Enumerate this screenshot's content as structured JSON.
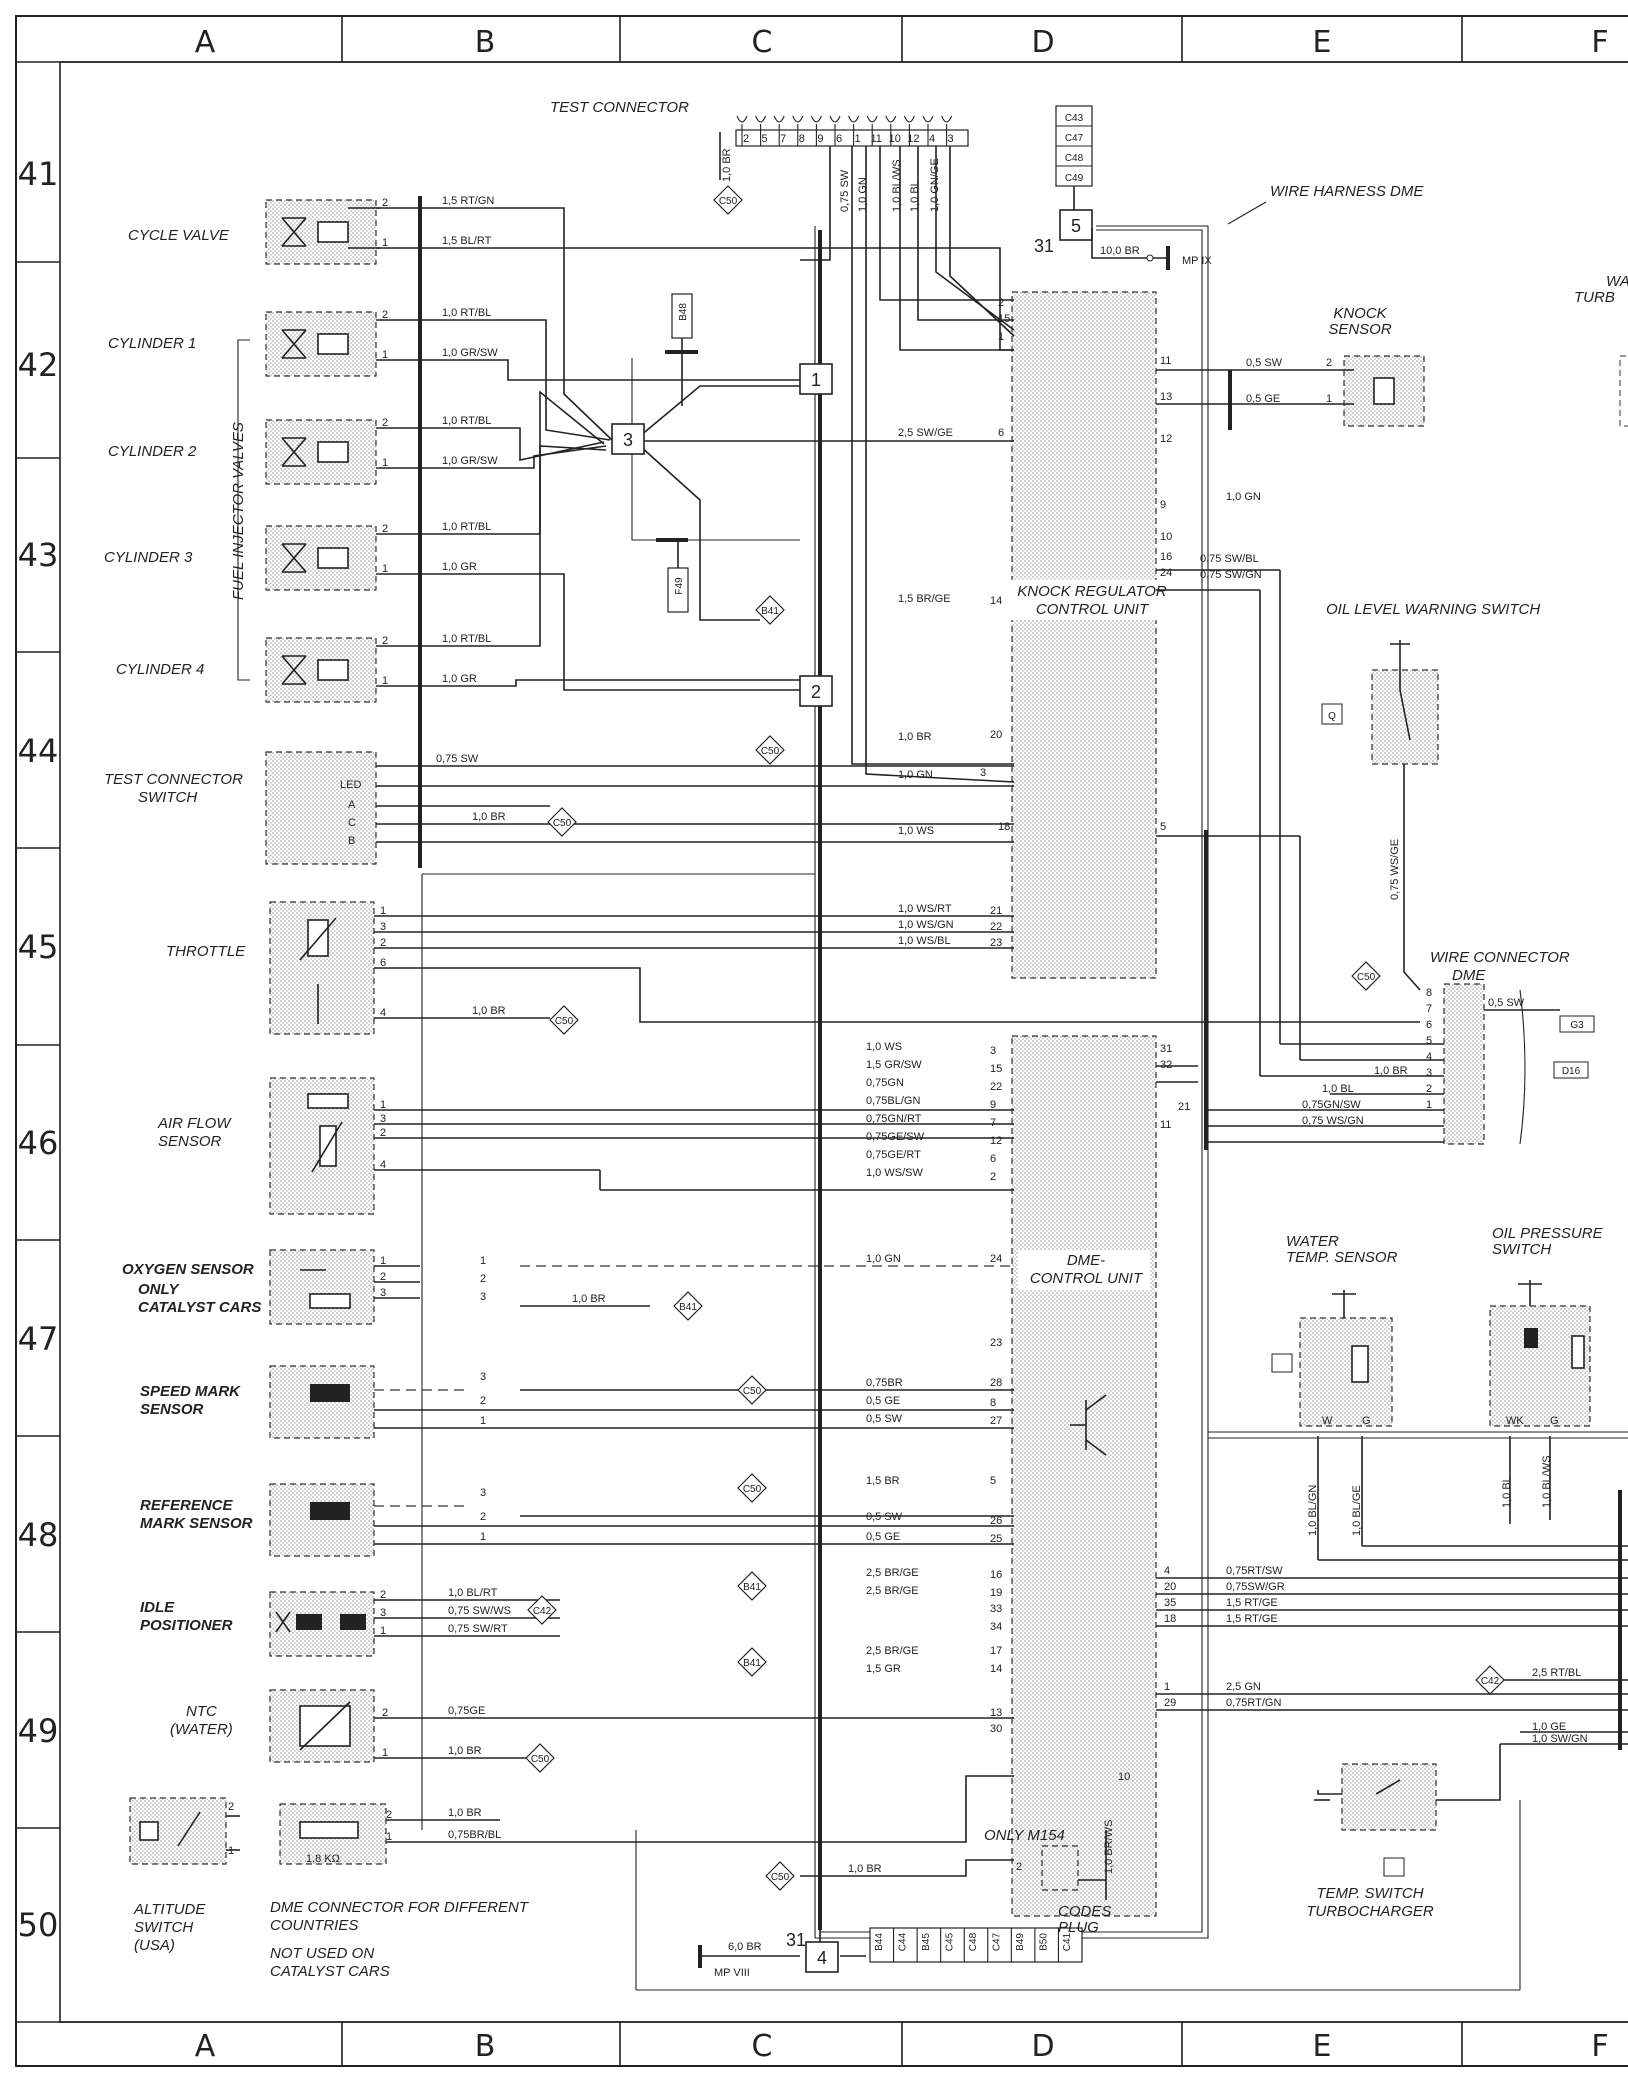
{
  "grid": {
    "columns": [
      "A",
      "B",
      "C",
      "D",
      "E",
      "F"
    ],
    "rows": [
      "41",
      "42",
      "43",
      "44",
      "45",
      "46",
      "47",
      "48",
      "49",
      "50"
    ]
  },
  "components": {
    "cycle_valve": "CYCLE VALVE",
    "cylinder1": "CYLINDER 1",
    "cylinder2": "CYLINDER 2",
    "cylinder3": "CYLINDER 3",
    "cylinder4": "CYLINDER 4",
    "fuel_injector_valves": "FUEL INJECTOR VALVES",
    "test_connector_switch": [
      "TEST CONNECTOR",
      "SWITCH"
    ],
    "throttle": "THROTTLE",
    "air_flow_sensor": [
      "AIR FLOW",
      "SENSOR"
    ],
    "oxygen_sensor": [
      "OXYGEN SENSOR",
      "ONLY",
      "CATALYST CARS"
    ],
    "speed_mark_sensor": [
      "SPEED MARK",
      "SENSOR"
    ],
    "reference_mark_sensor": [
      "REFERENCE",
      "MARK SENSOR"
    ],
    "idle_positioner": [
      "IDLE",
      "POSITIONER"
    ],
    "ntc_water": [
      "NTC",
      "(WATER)"
    ],
    "altitude_switch": [
      "ALTITUDE",
      "SWITCH",
      "(USA)"
    ],
    "dme_connector": [
      "DME CONNECTOR FOR DIFFERENT",
      "COUNTRIES"
    ],
    "not_used": [
      "NOT USED ON",
      "CATALYST CARS"
    ],
    "test_connector": "TEST CONNECTOR",
    "wire_harness": "WIRE HARNESS  DME",
    "knock_sensor": [
      "KNOCK",
      "SENSOR"
    ],
    "knock_regulator": [
      "KNOCK REGULATOR",
      "CONTROL UNIT"
    ],
    "oil_level_warning_switch": "OIL LEVEL WARNING SWITCH",
    "wire_connector_dme": [
      "WIRE CONNECTOR",
      "DME"
    ],
    "dme_control_unit": [
      "DME-",
      "CONTROL UNIT"
    ],
    "water_temp_sensor": [
      "WATER",
      "TEMP. SENSOR"
    ],
    "oil_pressure_switch": [
      "OIL PRESSURE",
      "SWITCH"
    ],
    "temp_switch_turbo": [
      "TEMP. SWITCH",
      "TURBOCHARGER"
    ],
    "only_m154": "ONLY  M154",
    "codes_plug": [
      "CODES",
      "PLUG"
    ],
    "partial_wa": "WA",
    "partial_turb": "TURB",
    "resistor": "1,8 KΩ"
  },
  "test_connector_pins": [
    "2",
    "5",
    "7",
    "8",
    "9",
    "6",
    "1",
    "11",
    "10",
    "12",
    "4",
    "3"
  ],
  "mp": {
    "ix": "MP IX",
    "viii": "MP VIII"
  },
  "refs": {
    "c50": "C50",
    "b41": "B41",
    "c42": "C42",
    "b48": "B48",
    "f49": "F49",
    "g3": "G3",
    "d16": "D16",
    "q": "Q",
    "top_stack": [
      "C43",
      "C47",
      "C48",
      "C49"
    ],
    "bottom_stack": [
      "B44",
      "C44",
      "B45",
      "C45",
      "C48",
      "C47",
      "B49",
      "B50",
      "C41"
    ]
  },
  "nodes": [
    "1",
    "2",
    "3",
    "4",
    "5"
  ],
  "wires": {
    "cv1": "1,5 RT/GN",
    "cv2": "1,5 BL/RT",
    "c1a": "1,0 RT/BL",
    "c1b": "1,0 GR/SW",
    "c2a": "1,0 RT/BL",
    "c2b": "1,0 GR/SW",
    "c3a": "1,0 RT/BL",
    "c3b": "1,0 GR",
    "c4a": "1,0 RT/BL",
    "c4b": "1,0 GR",
    "tcs1": "0,75 SW",
    "tcs2": "1,0 BR",
    "thr": "1,0 BR",
    "o2": "1,0 BR",
    "idle1": "1,0 BL/RT",
    "idle2": "0,75 SW/WS",
    "idle3": "0,75 SW/RT",
    "ntc1": "0,75GE",
    "ntc2": "1,0 BR",
    "dmec1": "1,0 BR",
    "dmec2": "0,75BR/BL",
    "tc_br": "1,0 BR",
    "tc_sw": "0,75 SW",
    "tc_gn": "1,0 GN",
    "tc_blws": "1,0 BL/WS",
    "tc_bl": "1,0 BL",
    "tc_gngn": "1,0 GN/GE",
    "knock_sw": "0,5 SW",
    "knock_ge": "0,5 GE",
    "kn_gn": "1,0 GN",
    "kn16": "0,75 SW/BL",
    "kn24": "0,75 SW/GN",
    "mp_ix": "10,0 BR",
    "mp_viii": "6,0 BR",
    "oil_lvl": "0,75 WS/GE",
    "g3": "0,5 SW",
    "wc4": "1,0 BR",
    "wc3": "1,0 BL",
    "wc2": "0,75GN/SW",
    "wc1": "0,75 WS/GN",
    "wt1": "1,0 BL/GN",
    "wt2": "1,0 BL/GE",
    "op1": "1,0 BL",
    "op2": "1,0 BL/WS",
    "e4": "0,75RT/SW",
    "e20": "0,75SW/GR",
    "e35": "1,5 RT/GE",
    "e18": "1,5 RT/GE",
    "e1": "2,5 GN",
    "e29": "0,75RT/GN",
    "c42w": "2,5 RT/BL",
    "e_ge": "1,0 GE",
    "e_swgn": "1,0 SW/GN",
    "codes": "1,0 BR",
    "codes_v": "1,0 BR/WS",
    "c50w": "1,0 BR",
    "k6": "2,5 SW/GE",
    "k14": "1,5 BR/GE",
    "k20": "1,0 BR",
    "k3": "1,0 GN",
    "k18": "1,0 WS",
    "t21": "1,0 WS/RT",
    "t22": "1,0 WS/GN",
    "t23": "1,0 WS/BL",
    "d3": "1,0 WS",
    "d15": "1,5 GR/SW",
    "d22": "0,75GN",
    "d9": "0,75BL/GN",
    "d7": "0,75GN/RT",
    "d12": "0,75GE/SW",
    "d6": "0,75GE/RT",
    "d2": "1,0 WS/SW",
    "d24": "1,0 GN",
    "d28": "0,75BR",
    "d8": "0,5 GE",
    "d27": "0,5 SW",
    "d5": "1,5 BR",
    "d26": "0,5 SW",
    "d25": "0,5 GE",
    "d16": "2,5 BR/GE",
    "d19": "2,5 BR/GE",
    "d17": "2,5 BR/GE",
    "d14": "1,5 GR"
  }
}
